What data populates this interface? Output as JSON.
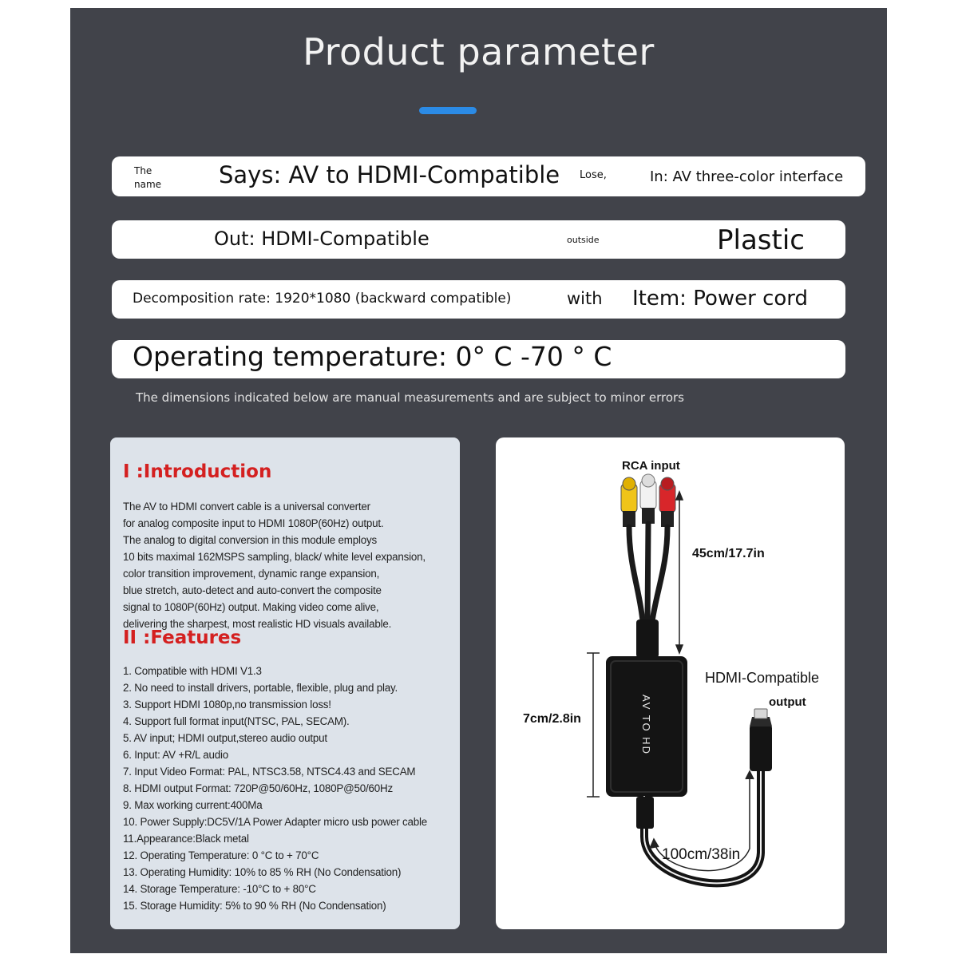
{
  "header": {
    "title": "Product parameter"
  },
  "params": {
    "name_label": "The name",
    "name_value": "Says: AV to HDMI-Compatible",
    "input_label": "Lose,",
    "input_value": "In: AV three-color interface",
    "output_value": "Out: HDMI-Compatible",
    "material_label": "outside",
    "material_value": "Plastic",
    "resolution_value": "Decomposition rate: 1920*1080 (backward compatible)",
    "accessory_label": "with",
    "accessory_value": "Item: Power cord",
    "temperature_value": "Operating temperature: 0° C -70 ° C"
  },
  "note": "The dimensions indicated below are manual measurements and are subject to minor errors",
  "introduction": {
    "heading": "I :Introduction",
    "lines": [
      "The AV to HDMI convert cable is a universal converter",
      "for analog composite input to HDMI 1080P(60Hz) output.",
      "The analog to digital conversion in this module employs",
      "10 bits maximal 162MSPS sampling, black/ white level expansion,",
      "color transition improvement, dynamic range expansion,",
      "blue stretch, auto-detect and auto-convert the composite",
      "signal to 1080P(60Hz) output. Making video come alive,",
      "delivering the sharpest, most realistic HD visuals available."
    ]
  },
  "features": {
    "heading": "II :Features",
    "items": [
      "1. Compatible with HDMI V1.3",
      "2. No need to install drivers, portable, flexible, plug and play.",
      "3. Support HDMI 1080p,no transmission loss!",
      "4. Support full format input(NTSC, PAL, SECAM).",
      "5. AV input; HDMI output,stereo audio output",
      "6. Input: AV +R/L audio",
      "7. Input Video Format: PAL, NTSC3.58, NTSC4.43 and SECAM",
      "8. HDMI output Format: 720P@50/60Hz, 1080P@50/60Hz",
      "9. Max working current:400Ma",
      "10. Power Supply:DC5V/1A Power Adapter micro usb power cable",
      "11.Appearance:Black metal",
      "12. Operating Temperature: 0 °C to + 70°C",
      "13. Operating Humidity: 10% to 85 % RH (No Condensation)",
      "14. Storage Temperature: -10°C to + 80°C",
      "15. Storage Humidity: 5% to 90 % RH (No Condensation)"
    ]
  },
  "diagram": {
    "rca_label": "RCA input",
    "rca_length": "45cm/17.7in",
    "box_height": "7cm/2.8in",
    "box_text": "AV TO HD",
    "output_label_1": "HDMI-Compatible",
    "output_label_2": "output",
    "cable_length": "100cm/38in",
    "colors": {
      "yellow": "#f0c419",
      "white": "#f2f2f2",
      "red": "#d8262a",
      "body": "#141414"
    }
  },
  "colors": {
    "background": "#41434a",
    "accent": "#2b8be6",
    "heading_red": "#d42020"
  }
}
